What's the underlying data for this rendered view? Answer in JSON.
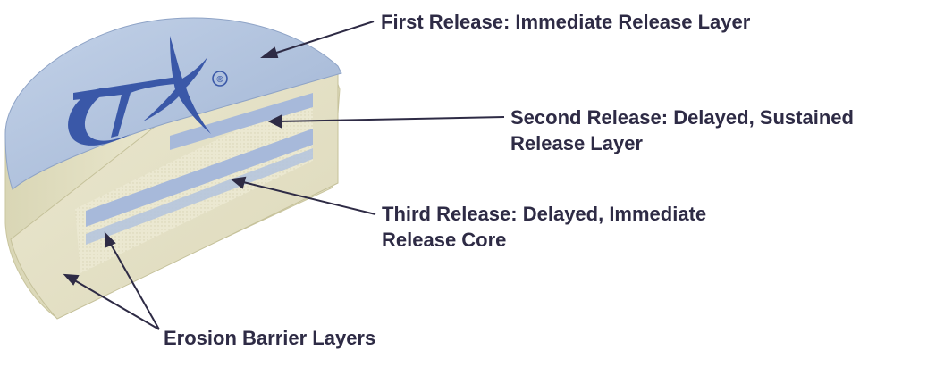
{
  "colors": {
    "top_face": "#a9bcd8",
    "body": "#e7e4c9",
    "body_dark": "#cfcba6",
    "release_band": "#a7b9da",
    "logo": "#3a58a8",
    "text": "#2e2b45",
    "arrow": "#2e2b45"
  },
  "logo": {
    "text": "CTx",
    "registered": "®"
  },
  "labels": {
    "first": {
      "lines": [
        "First Release: Immediate Release Layer"
      ]
    },
    "second": {
      "lines": [
        "Second Release: Delayed, Sustained",
        "Release Layer"
      ]
    },
    "third": {
      "lines": [
        "Third Release: Delayed, Immediate",
        "Release Core"
      ]
    },
    "erosion": {
      "lines": [
        "Erosion Barrier Layers"
      ]
    }
  }
}
